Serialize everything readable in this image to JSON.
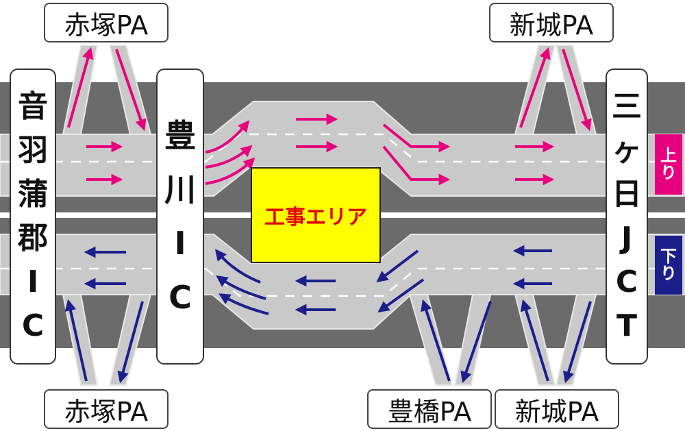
{
  "labels": {
    "pa_top_left": "赤塚PA",
    "pa_top_right": "新城PA",
    "pa_bottom_left": "赤塚PA",
    "pa_bottom_mid": "豊橋PA",
    "pa_bottom_right": "新城PA",
    "ic_left": [
      "音",
      "羽",
      "蒲",
      "郡",
      "I",
      "C"
    ],
    "ic_mid": [
      "豊",
      "川",
      "I",
      "C"
    ],
    "jct_right": [
      "三",
      "ヶ",
      "日",
      "J",
      "C",
      "T"
    ],
    "work_area": "工事エリア",
    "dir_up": [
      "上",
      "り"
    ],
    "dir_down": [
      "下",
      "り"
    ]
  },
  "colors": {
    "road_dark": "#6b6b6b",
    "lane_light": "#c9c9c9",
    "lane_dash": "#ffffff",
    "arrow_up": "#e6007e",
    "arrow_down": "#1a1f8c",
    "work_area_fill": "#ffff00",
    "work_area_text": "#e00000",
    "tag_up": "#e6007e",
    "tag_down": "#1a1f8c"
  },
  "icons": {
    "arrow_up_direction": "right-arrow-icon",
    "arrow_down_direction": "left-arrow-icon"
  }
}
